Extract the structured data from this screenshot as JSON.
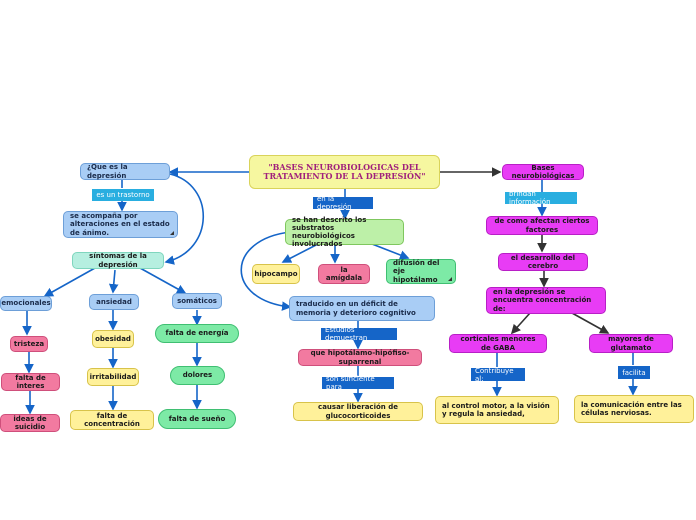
{
  "title": "\"BASES NEUROBIOLOGICAS DEL TRATAMIENTO DE LA DEPRESIÓN\"",
  "left": {
    "q": "¿Que es la depresión",
    "es_un_trastorno": "es un trastorno",
    "acompana": "se acompaña por alteraciones en el estado de ánimo.",
    "sintomas": "síntomas de la depresión",
    "emocionales": "emocionales",
    "ansiedad": "ansiedad",
    "somaticos": "somáticos",
    "tristeza": "tristeza",
    "falta_interes": "falta de interes",
    "ideas_suicidio": "ideas de suicidio",
    "obesidad": "obesidad",
    "irritabilidad": "irritabilidad",
    "falta_concentracion": "falta de concentración",
    "falta_energia": "falta de energía",
    "dolores": "dolores",
    "falta_sueno": "falta de sueño"
  },
  "middle": {
    "en_la_depresion": "en la depresión",
    "substratos": "se han descrito los substratos neurobiológicos involucrados",
    "hipocampo": "hipocampo",
    "amigdala": "la amígdala",
    "difusion": "difusión del eje hipotálamo",
    "traducido": "traducido en un déficit de memoria y deterioro cognitivo",
    "estudios": "Estudios demuestran",
    "hipotalamo": "que hipotálamo-hipófiso-suparrenal",
    "suficiente": "son suficiente para",
    "glucocorticoides": "causar liberación de glucocorticoides"
  },
  "right": {
    "bases": "Bases neurobiológicas",
    "brindan": "brindan información",
    "afectan": "de como afectan ciertos factores",
    "desarrollo": "el desarrollo del cerebro",
    "concentracion": "en la depresión se encuentra concentración de:",
    "gaba": "corticales menores de GABA",
    "glutamato": "mayores de glutamato",
    "contribuye": "Contribuye al:",
    "facilita": "facilita",
    "control_motor": "al control motor, a la visión y regula la ansiedad,",
    "comunicacion": "la comunicación entre las células nerviosas."
  },
  "colors": {
    "connector": "#1565c8",
    "connector_dark": "#333333"
  }
}
